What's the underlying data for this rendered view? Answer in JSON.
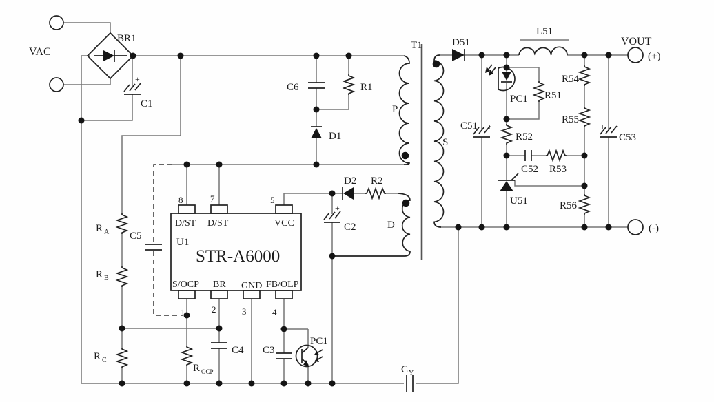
{
  "polarity_plus": "+",
  "ac_input": {
    "label": "VAC",
    "bridge": "BR1",
    "bulk_cap": "C1"
  },
  "snubber": {
    "cap": "C6",
    "res": "R1",
    "diode": "D1"
  },
  "transformer": {
    "ref": "T1",
    "primary": "P",
    "secondary": "S",
    "aux": "D"
  },
  "startup_divider": {
    "ra": {
      "base": "R",
      "sub": "A"
    },
    "rb": {
      "base": "R",
      "sub": "B"
    },
    "rc": {
      "base": "R",
      "sub": "C"
    }
  },
  "controller": {
    "ref": "U1",
    "part": "STR-A6000",
    "pin8": {
      "num": "8",
      "name": "D/ST"
    },
    "pin7": {
      "num": "7",
      "name": "D/ST"
    },
    "pin5": {
      "num": "5",
      "name": "VCC"
    },
    "pin1": {
      "num": "1",
      "name": "S/OCP"
    },
    "pin2": {
      "num": "2",
      "name": "BR"
    },
    "pin3": {
      "num": "3",
      "name": "GND"
    },
    "pin4": {
      "num": "4",
      "name": "FB/OLP"
    },
    "opt_cap": "C5",
    "ocp_res": {
      "base": "R",
      "sub": "OCP"
    },
    "br_cap": "C4",
    "fb_cap": "C3",
    "opto": "PC1"
  },
  "vcc_supply": {
    "diode": "D2",
    "res": "R2",
    "cap": "C2"
  },
  "y_cap": {
    "base": "C",
    "sub": "Y"
  },
  "output": {
    "rect_diode": "D51",
    "choke": "L51",
    "cap1": "C51",
    "cap2": "C53",
    "vout": "VOUT",
    "plus": "(+)",
    "minus": "(-)"
  },
  "feedback": {
    "opto": "PC1",
    "r51": "R51",
    "r52": "R52",
    "c52": "C52",
    "r53": "R53",
    "shunt_reg": "U51",
    "r54": "R54",
    "r55": "R55",
    "r56": "R56"
  }
}
